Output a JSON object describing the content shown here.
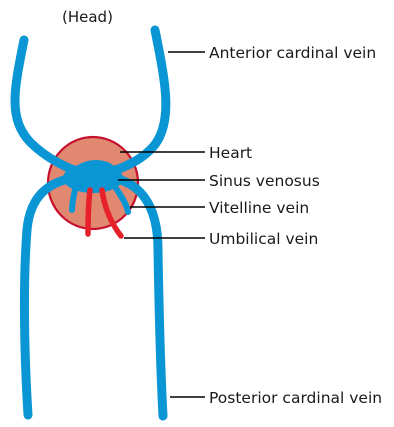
{
  "head_label": "(Head)",
  "labels": {
    "anterior_cardinal_vein": "Anterior cardinal vein",
    "heart": "Heart",
    "sinus_venosus": "Sinus venosus",
    "vitelline_vein": "Vitelline vein",
    "umbilical_vein": "Umbilical vein",
    "posterior_cardinal_vein": "Posterior cardinal vein"
  },
  "colors": {
    "vein": "#0a96d4",
    "umbilical": "#e8202a",
    "heart_fill": "#e08870",
    "heart_outline": "#c8102e",
    "leader": "#000000",
    "background": "#ffffff"
  }
}
